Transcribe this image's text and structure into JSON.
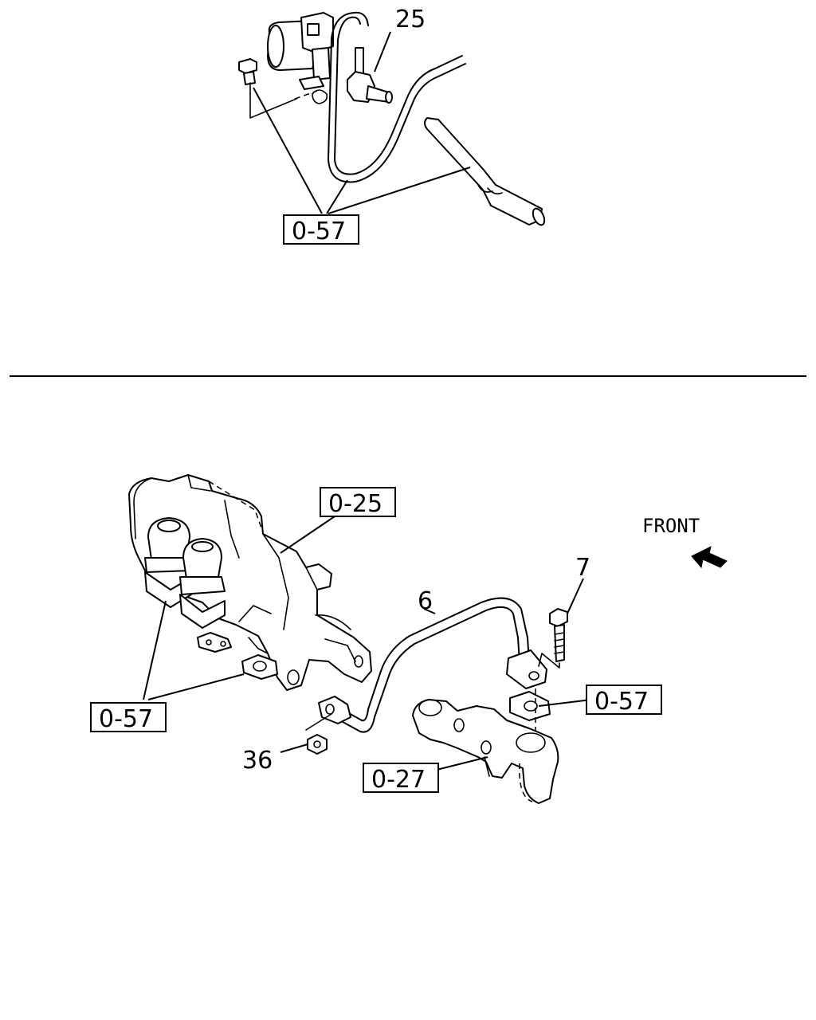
{
  "callouts": {
    "part_25": "25",
    "part_6": "6",
    "part_7": "7",
    "part_36": "36"
  },
  "references": {
    "ref_top": "0-57",
    "ref_manifold": "0-25",
    "ref_left": "0-57",
    "ref_right": "0-57",
    "ref_exhaust": "0-27"
  },
  "direction": {
    "label": "FRONT",
    "arrow_icon": "arrow-front-icon"
  }
}
